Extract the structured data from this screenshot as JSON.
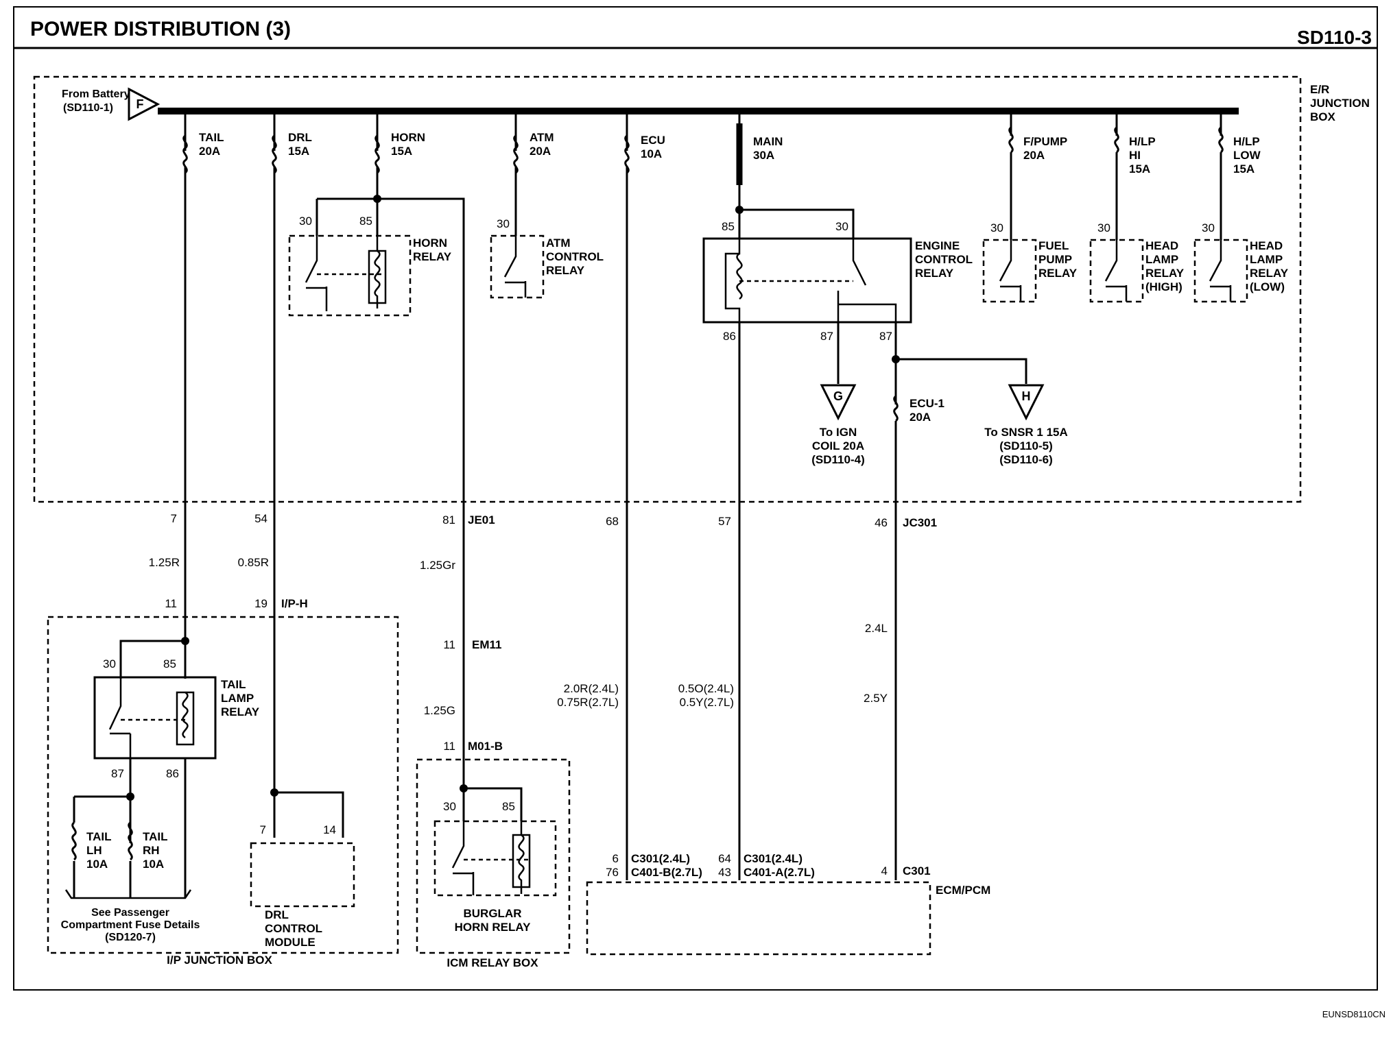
{
  "header": {
    "title": "POWER DISTRIBUTION (3)",
    "page_code": "SD110-3"
  },
  "footer": {
    "code": "EUNSD8110CN"
  },
  "battery": {
    "line1": "From Battery",
    "line2": "(SD110-1)",
    "symbol": "F"
  },
  "boxes": {
    "er": [
      "E/R",
      "JUNCTION",
      "BOX"
    ],
    "ip": "I/P JUNCTION BOX",
    "icm": "ICM RELAY BOX",
    "ecm": "ECM/PCM",
    "drl_module": [
      "DRL",
      "CONTROL",
      "MODULE"
    ]
  },
  "fuses": {
    "tail": [
      "TAIL",
      "20A"
    ],
    "drl": [
      "DRL",
      "15A"
    ],
    "horn": [
      "HORN",
      "15A"
    ],
    "atm": [
      "ATM",
      "20A"
    ],
    "ecu": [
      "ECU",
      "10A"
    ],
    "main": [
      "MAIN",
      "30A"
    ],
    "fpump": [
      "F/PUMP",
      "20A"
    ],
    "hlp_hi": [
      "H/LP",
      "HI",
      "15A"
    ],
    "hlp_low": [
      "H/LP",
      "LOW",
      "15A"
    ],
    "ecu1": [
      "ECU-1",
      "20A"
    ],
    "tail_lh": [
      "TAIL",
      "LH",
      "10A"
    ],
    "tail_rh": [
      "TAIL",
      "RH",
      "10A"
    ]
  },
  "relays": {
    "horn": [
      "HORN",
      "RELAY"
    ],
    "atm": [
      "ATM",
      "CONTROL",
      "RELAY"
    ],
    "engine": [
      "ENGINE",
      "CONTROL",
      "RELAY"
    ],
    "fuel": [
      "FUEL",
      "PUMP",
      "RELAY"
    ],
    "hl_high": [
      "HEAD",
      "LAMP",
      "RELAY",
      "(HIGH)"
    ],
    "hl_low": [
      "HEAD",
      "LAMP",
      "RELAY",
      "(LOW)"
    ],
    "tail": [
      "TAIL",
      "LAMP",
      "RELAY"
    ],
    "burglar": [
      "BURGLAR",
      "HORN RELAY"
    ]
  },
  "pins": {
    "p30": "30",
    "p85": "85",
    "p86": "86",
    "p87": "87",
    "g": "G",
    "h": "H"
  },
  "destinations": {
    "g": [
      "To IGN",
      "COIL 20A",
      "(SD110-4)"
    ],
    "h": [
      "To SNSR 1 15A",
      "(SD110-5)",
      "(SD110-6)"
    ],
    "passenger": [
      "See Passenger",
      "Compartment Fuse Details",
      "(SD120-7)"
    ]
  },
  "connectors": {
    "je01": "JE01",
    "jc301": "JC301",
    "iph": "I/P-H",
    "em11": "EM11",
    "m01b": "M01-B",
    "c301_24": "C301(2.4L)",
    "c401b_27": "C401-B(2.7L)",
    "c401a_27": "C401-A(2.7L)",
    "c301": "C301"
  },
  "pin_numbers": {
    "n7": "7",
    "n54": "54",
    "n81": "81",
    "n68": "68",
    "n57": "57",
    "n46": "46",
    "n11": "11",
    "n19": "19",
    "n14": "14",
    "n6": "6",
    "n76": "76",
    "n64": "64",
    "n43": "43",
    "n4": "4"
  },
  "wires": {
    "w125r": "1.25R",
    "w085r": "0.85R",
    "w125gr": "1.25Gr",
    "w125g": "1.25G",
    "w20r": "2.0R(2.4L)",
    "w075r": "0.75R(2.7L)",
    "w05o": "0.5O(2.4L)",
    "w05y": "0.5Y(2.7L)",
    "w24l": "2.4L",
    "w25y": "2.5Y"
  }
}
